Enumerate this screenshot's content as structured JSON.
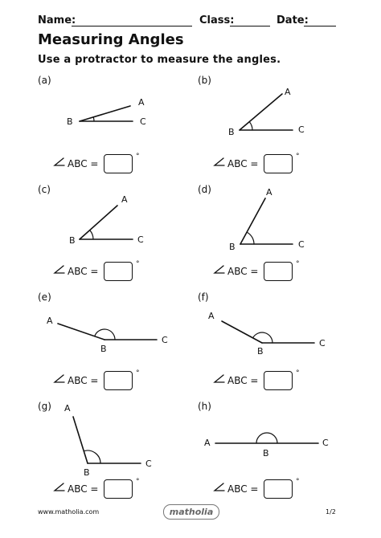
{
  "header": {
    "name_label": "Name:",
    "class_label": "Class:",
    "date_label": "Date:"
  },
  "title": "Measuring Angles",
  "instruction": "Use a protractor to measure the angles.",
  "answer_label": "ABC =",
  "degree_symbol": "°",
  "problems": [
    {
      "label": "(a)",
      "A": "A",
      "B": "B",
      "C": "C"
    },
    {
      "label": "(b)",
      "A": "A",
      "B": "B",
      "C": "C"
    },
    {
      "label": "(c)",
      "A": "A",
      "B": "B",
      "C": "C"
    },
    {
      "label": "(d)",
      "A": "A",
      "B": "B",
      "C": "C"
    },
    {
      "label": "(e)",
      "A": "A",
      "B": "B",
      "C": "C"
    },
    {
      "label": "(f)",
      "A": "A",
      "B": "B",
      "C": "C"
    },
    {
      "label": "(g)",
      "A": "A",
      "B": "B",
      "C": "C"
    },
    {
      "label": "(h)",
      "A": "A",
      "B": "B",
      "C": "C"
    }
  ],
  "footer": {
    "url": "www.matholia.com",
    "logo": "matholia",
    "page": "1/2"
  }
}
